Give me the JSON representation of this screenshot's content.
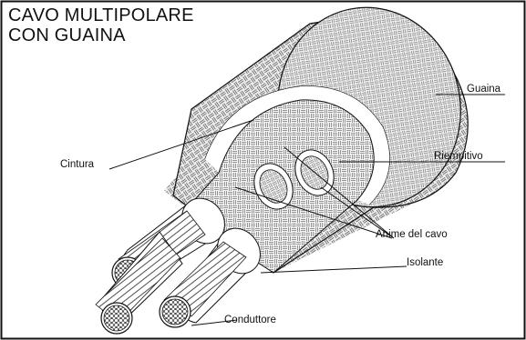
{
  "title": {
    "line1": "CAVO MULTIPOLARE",
    "line2": "CON GUAINA"
  },
  "labels": {
    "guaina": "Guaina",
    "riempitivo": "Riempitivo",
    "cintura": "Cintura",
    "anime": "Anime del cavo",
    "isolante": "Isolante",
    "conduttore": "Conduttore"
  },
  "colors": {
    "line": "#111111",
    "background": "#ffffff"
  }
}
